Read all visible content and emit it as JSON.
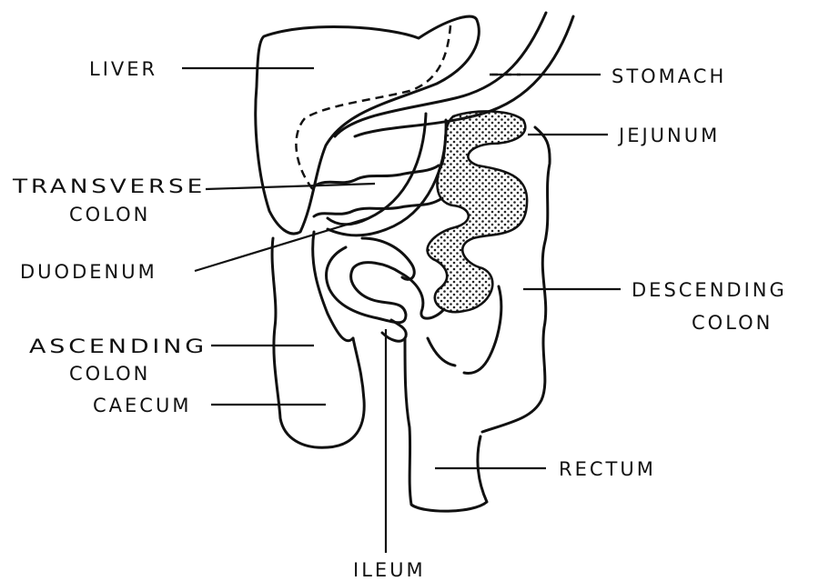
{
  "diagram": {
    "labels": {
      "liver": "LIVER",
      "stomach": "STOMACH",
      "jejunum": "JEJUNUM",
      "transverse_colon_1": "TRANSVERSE",
      "transverse_colon_2": "COLON",
      "duodenum": "DUODENUM",
      "descending_colon_1": "DESCENDING",
      "descending_colon_2": "COLON",
      "ascending_colon_1": "ASCENDING",
      "ascending_colon_2": "COLON",
      "caecum": "CAECUM",
      "rectum": "RECTUM",
      "ileum": "ILEUM"
    }
  }
}
